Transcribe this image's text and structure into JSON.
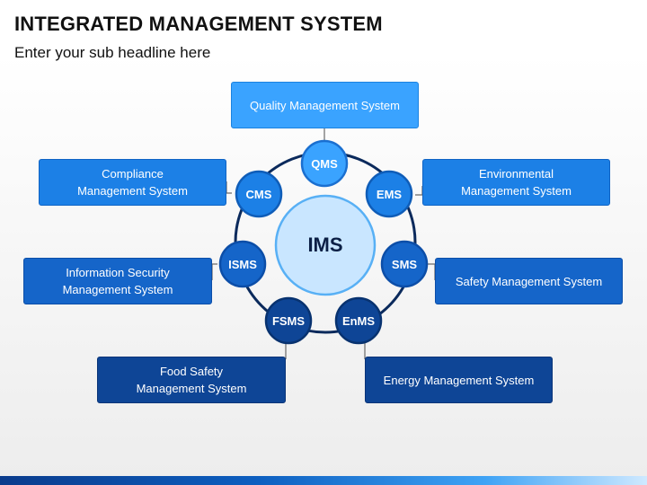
{
  "header": {
    "title": "INTEGRATED MANAGEMENT SYSTEM",
    "subtitle": "Enter your sub headline here"
  },
  "diagram": {
    "center": "IMS",
    "nodes": [
      {
        "abbr": "QMS",
        "label": "Quality Management System"
      },
      {
        "abbr": "EMS",
        "label": "Environmental Management System"
      },
      {
        "abbr": "SMS",
        "label": "Safety Management System"
      },
      {
        "abbr": "EnMS",
        "label": "Energy Management System"
      },
      {
        "abbr": "FSMS",
        "label": "Food Safety Management System"
      },
      {
        "abbr": "ISMS",
        "label": "Information Security Management System"
      },
      {
        "abbr": "CMS",
        "label": "Compliance Management System"
      }
    ]
  },
  "colors": {
    "light_blue": "#3aa3ff",
    "mid_blue": "#1c80e6",
    "dark_blue": "#0e4596",
    "center_fill": "#c9e6ff"
  }
}
